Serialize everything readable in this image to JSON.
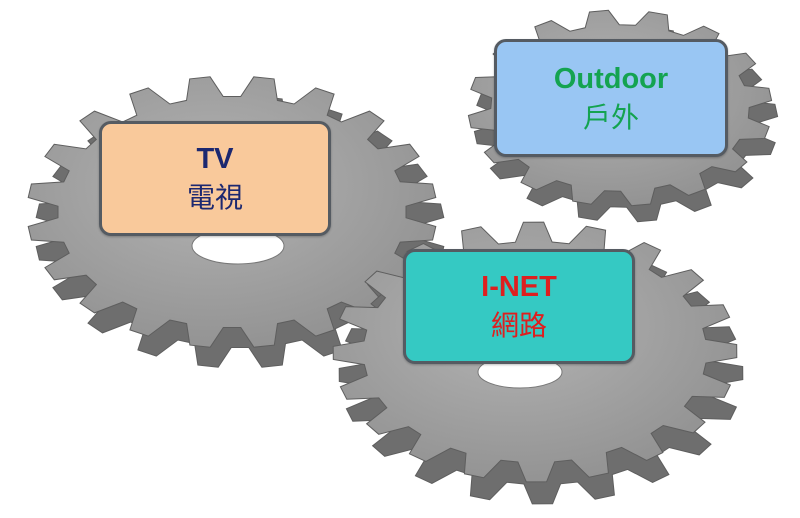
{
  "diagram": {
    "gears": [
      {
        "id": "tv",
        "label_en": "TV",
        "label_zh": "電視",
        "box_color": "#f9c99b",
        "text_color": "#1c2870"
      },
      {
        "id": "outdoor",
        "label_en": "Outdoor",
        "label_zh": "戶外",
        "box_color": "#99c6f3",
        "text_color": "#14a350"
      },
      {
        "id": "inet",
        "label_en": "I-NET",
        "label_zh": "網路",
        "box_color": "#35c9c3",
        "text_color": "#de1f1f"
      }
    ],
    "colors": {
      "gear_face": "#9c9c9c",
      "gear_side": "#6e6e6e",
      "gear_outline": "#5e5e5e",
      "box_border": "#555b62"
    }
  }
}
